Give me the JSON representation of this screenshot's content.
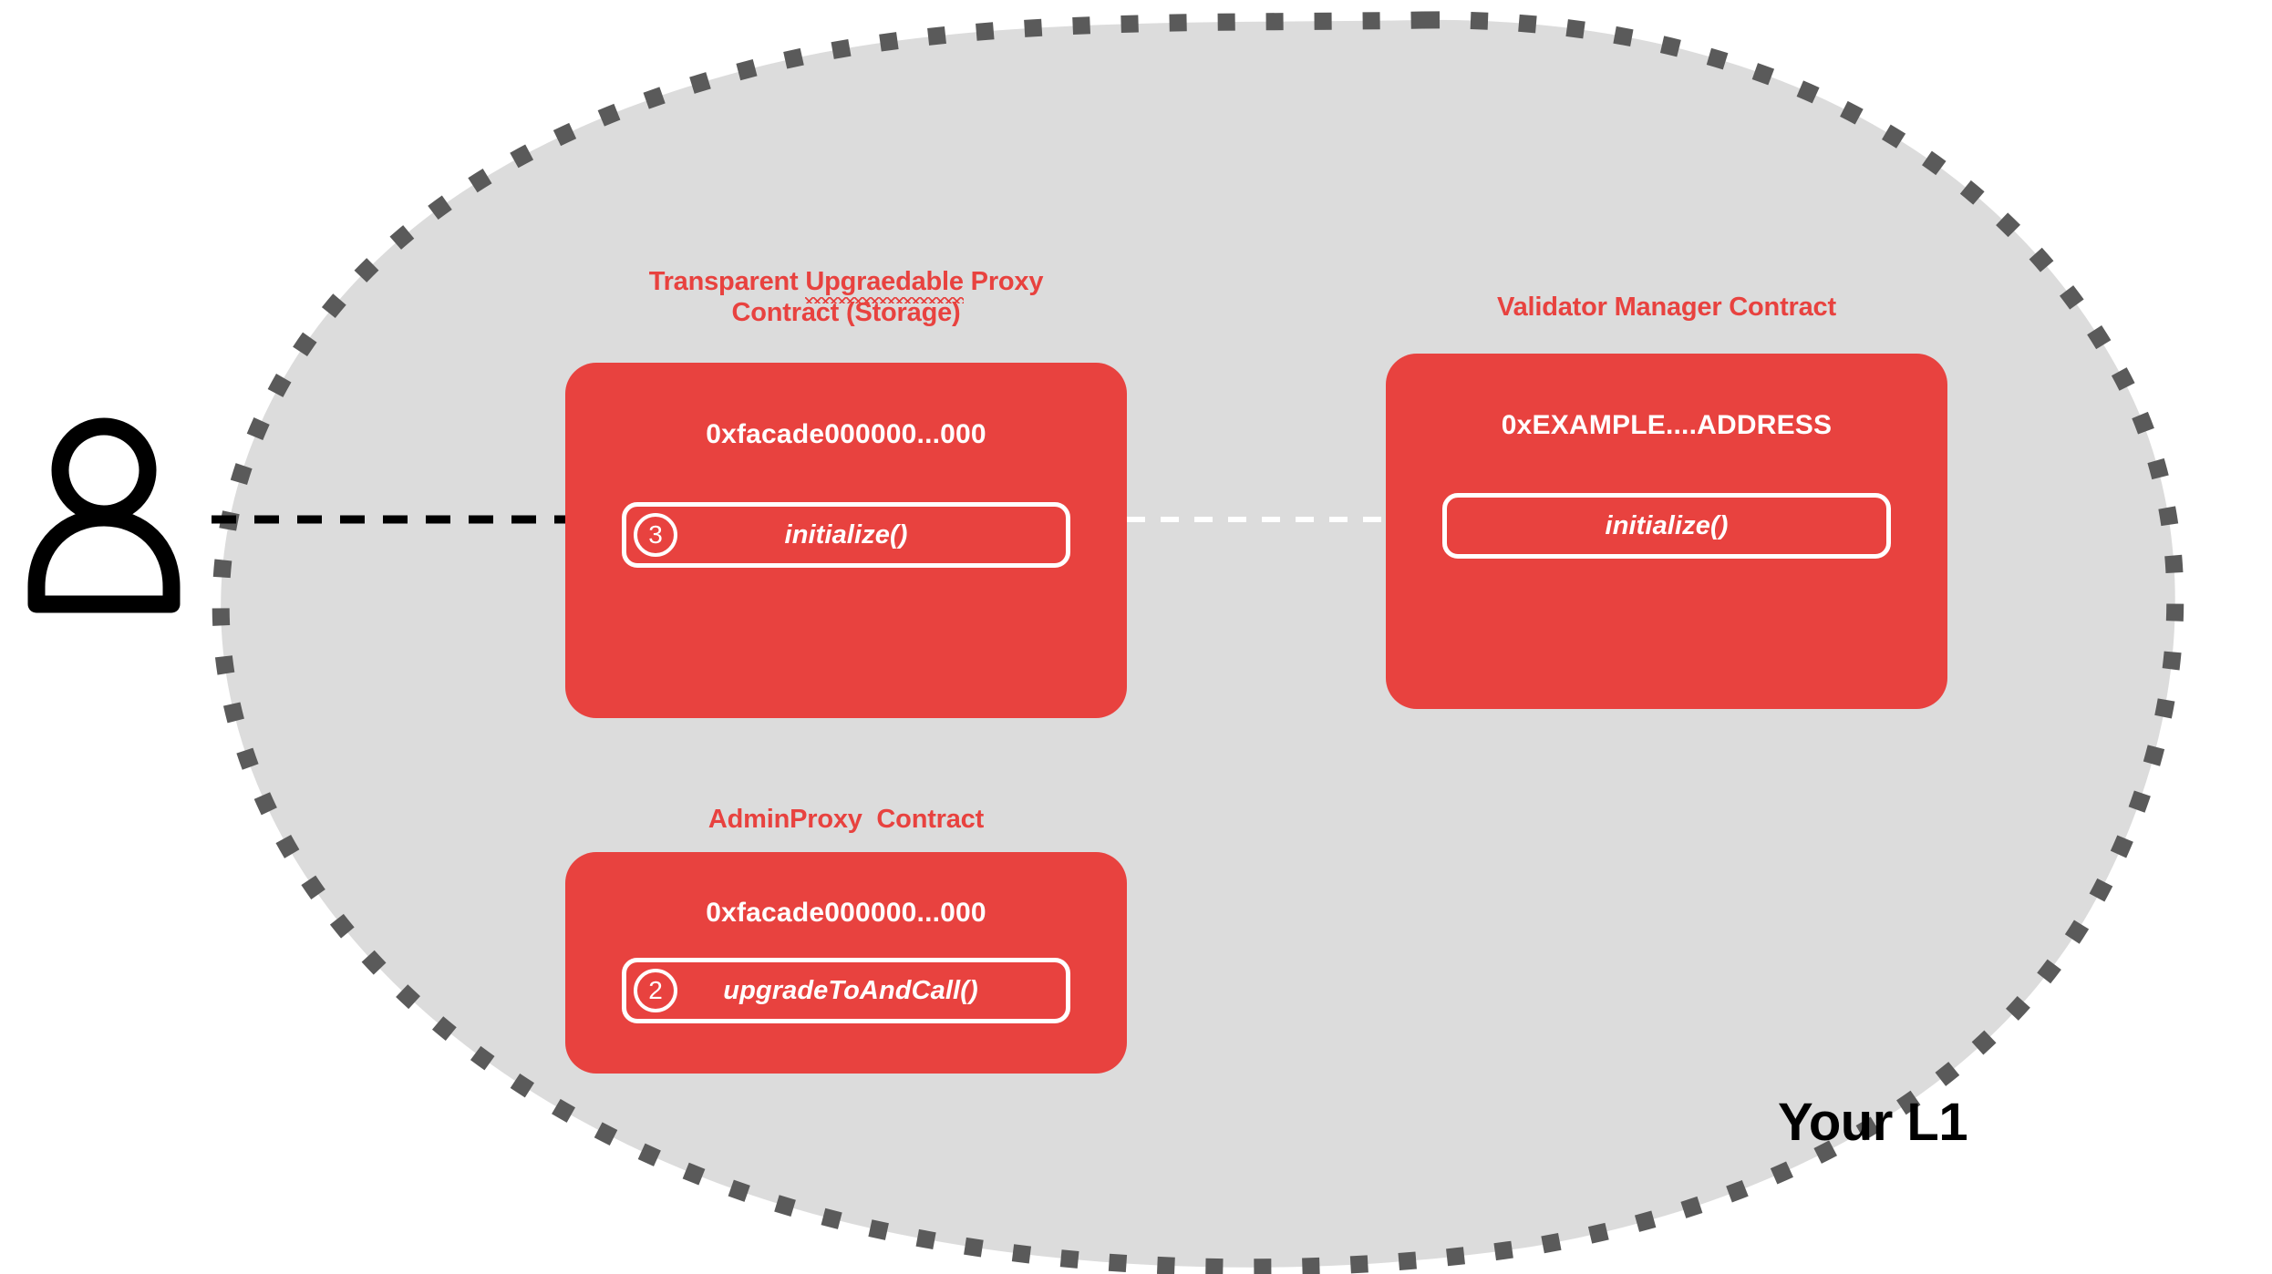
{
  "diagram": {
    "environment_label": "Your L1",
    "actor": {
      "icon": "person-icon",
      "name": "user-actor"
    },
    "colors": {
      "contract_fill": "#e8423f",
      "contract_title": "#e8423f",
      "boundary_fill": "#dcdcdc",
      "boundary_stroke": "#5a5a5a",
      "method_outline": "#ffffff",
      "address_text": "#ffffff",
      "env_label": "#000000",
      "user_arrow": "#000000",
      "delegate_arrow": "#ffffff"
    },
    "contracts": [
      {
        "id": "transparent-upgradeable-proxy",
        "title_line1_prefix": "Transparent ",
        "title_misspelled": "Upgraedable",
        "title_line1_suffix": " Proxy",
        "title_line2": "Contract (Storage)",
        "title_full": "Transparent Upgraedable Proxy Contract (Storage)",
        "address": "0xfacade000000...000",
        "methods": [
          {
            "badge": "3",
            "name": "initialize()"
          }
        ]
      },
      {
        "id": "validator-manager",
        "title": "Validator Manager Contract",
        "address": "0xEXAMPLE....ADDRESS",
        "methods": [
          {
            "badge": "",
            "name": "initialize()"
          }
        ]
      },
      {
        "id": "admin-proxy",
        "title": "AdminProxy  Contract",
        "address": "0xfacade000000...000",
        "methods": [
          {
            "badge": "2",
            "name": "upgradeToAndCall()"
          }
        ]
      }
    ],
    "connections": [
      {
        "id": "user-to-proxy",
        "style": "dashed",
        "color": "#000000",
        "arrowhead": "solid",
        "from": "user-actor",
        "to": "transparent-upgradeable-proxy.initialize()"
      },
      {
        "id": "proxy-to-validator-manager",
        "style": "dashed",
        "color": "#ffffff",
        "arrowhead": "open",
        "from": "transparent-upgradeable-proxy.initialize()",
        "to": "validator-manager.initialize()"
      }
    ]
  }
}
